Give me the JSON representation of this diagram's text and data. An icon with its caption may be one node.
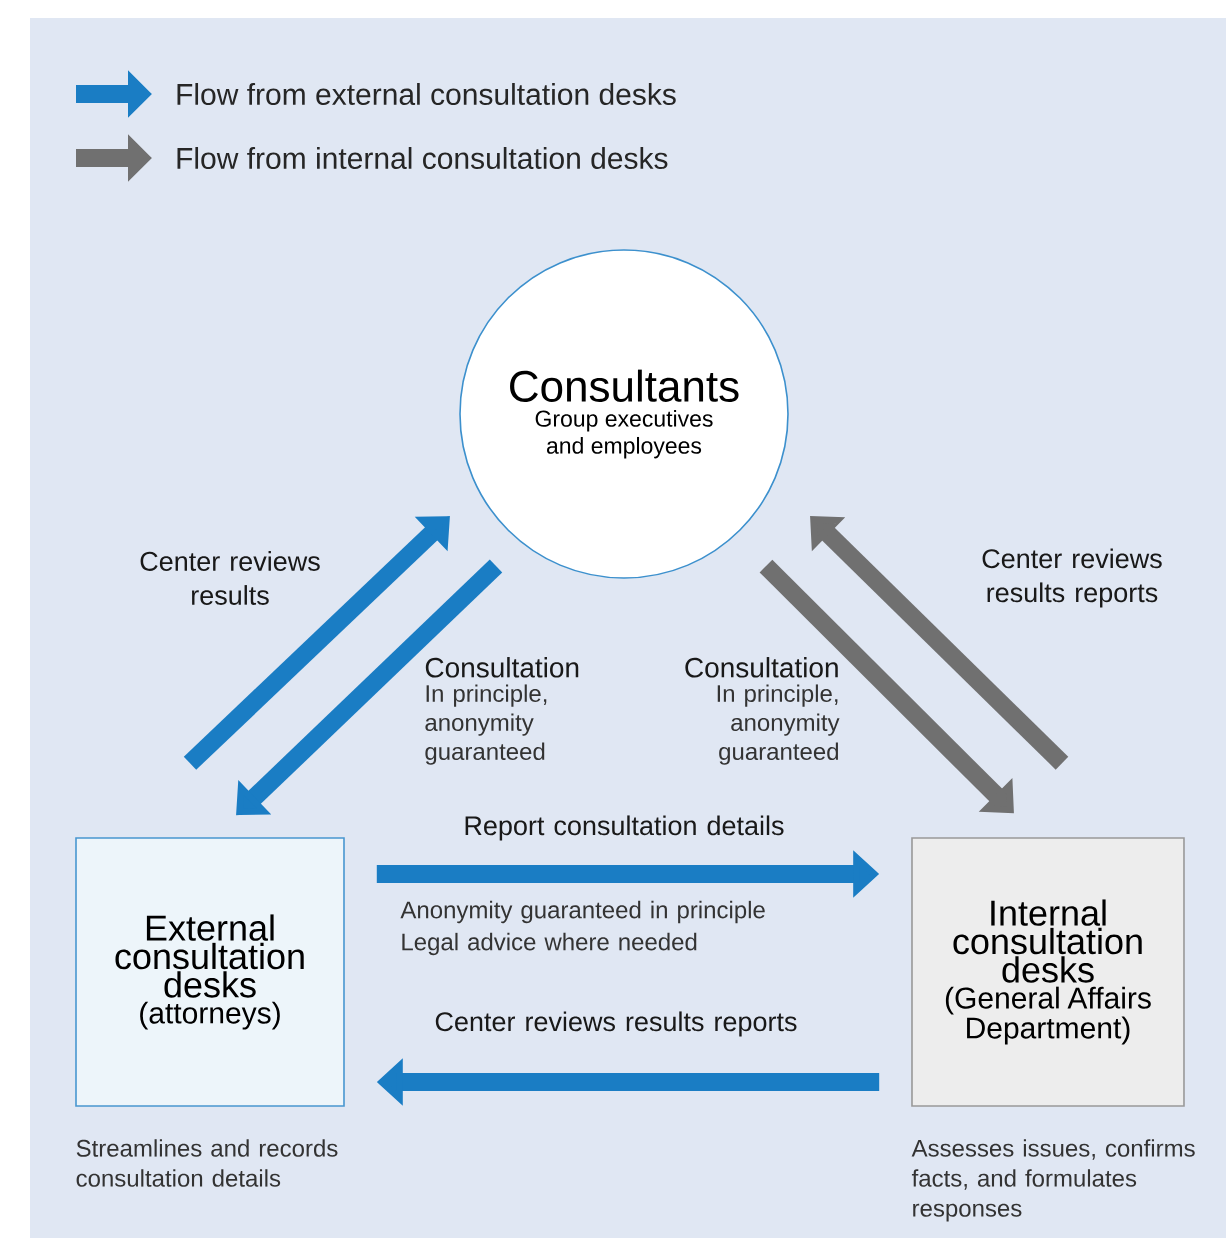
{
  "diagram": {
    "nodes": [
      {
        "text": [
          "Consultants",
          "Group executives and employees"
        ]
      },
      {
        "text": [
          "External consultation desks",
          "(attorneys)"
        ],
        "beside": [
          "Streamlines and records consultation details"
        ]
      },
      {
        "text": [
          "Internal consultation desks",
          "(General Affairs Department)"
        ],
        "beside": [
          "Assesses issues, confirms facts, and formulates responses"
        ]
      }
    ],
    "edges": [
      {
        "from": 1,
        "to": 0,
        "arrow": "to",
        "label": "Center reviews results"
      },
      {
        "from": 0,
        "to": 1,
        "arrow": "to",
        "label": "Consultation"
      },
      {
        "from": 0,
        "to": 2,
        "arrow": "to",
        "label": "Consultation",
        "color": "#707070"
      },
      {
        "from": 2,
        "to": 0,
        "arrow": "to",
        "label": "Center reviews results reports",
        "color": "#707070"
      },
      {
        "from": 1,
        "to": 2,
        "arrow": "to",
        "label": "Report consultation details"
      },
      {
        "from": 2,
        "to": 1,
        "arrow": "to",
        "label": "Center reviews results reports"
      }
    ],
    "labels": [
      "In principle, anonymity guaranteed",
      "In principle, anonymity guaranteed",
      "Anonymity guaranteed in principle",
      "Legal advice where needed"
    ],
    "legend": [
      {
        "text": "Flow from external consultation desks"
      },
      {
        "text": "Flow from internal consultation desks"
      }
    ]
  }
}
